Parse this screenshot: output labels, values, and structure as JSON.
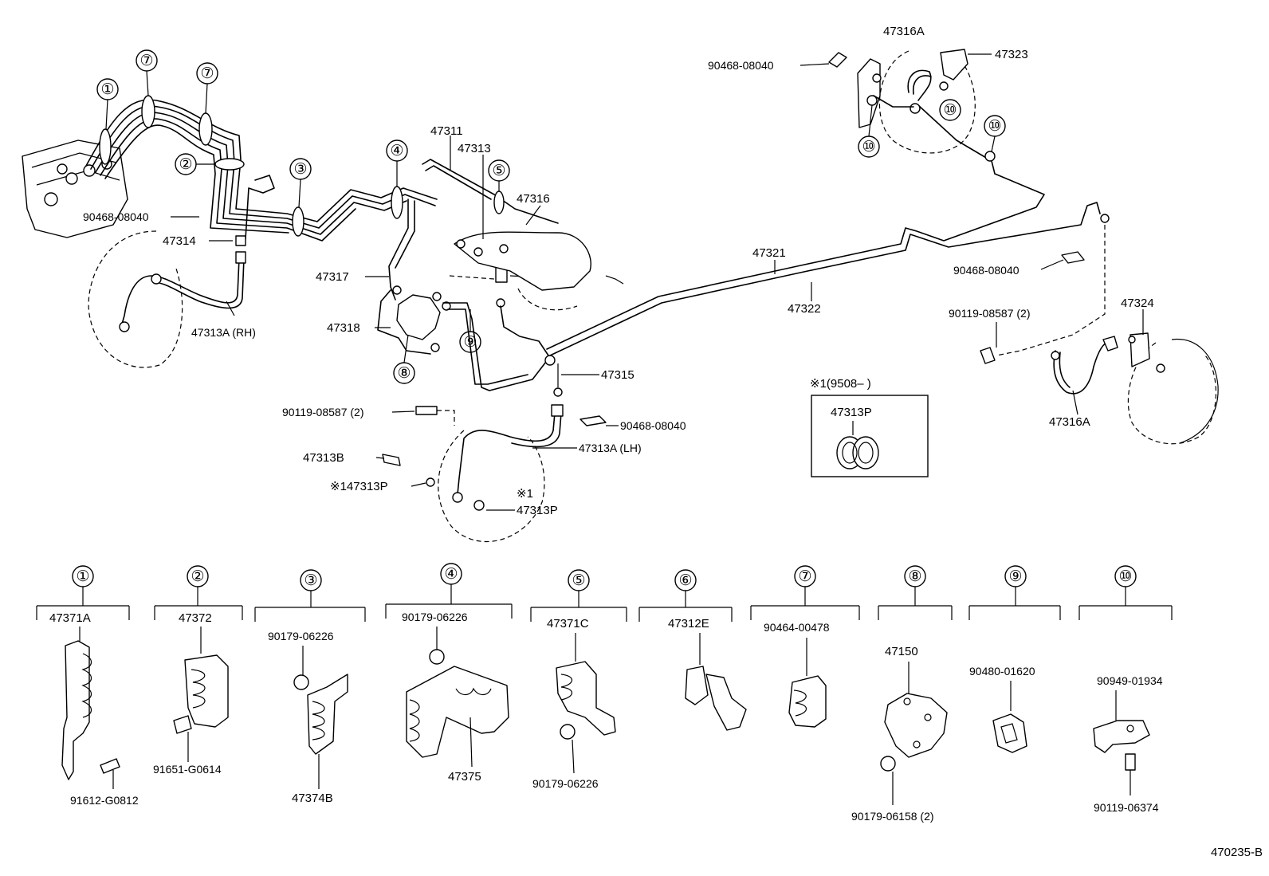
{
  "diagram_id": "470235-B",
  "callouts": {
    "c1": "①",
    "c2": "②",
    "c3": "③",
    "c4": "④",
    "c5": "⑤",
    "c6": "⑥",
    "c7": "⑦",
    "c8": "⑧",
    "c9": "⑨",
    "c10": "⑩"
  },
  "main_labels": {
    "l_9046808040_a": "90468-08040",
    "l_47314": "47314",
    "l_47313A_RH": "47313A (RH)",
    "l_47311": "47311",
    "l_47313": "47313",
    "l_47316": "47316",
    "l_47317": "47317",
    "l_47318": "47318",
    "l_47321": "47321",
    "l_47322": "47322",
    "l_47315": "47315",
    "l_9011908587_a": "90119-08587 (2)",
    "l_9046808040_b": "90468-08040",
    "l_47313A_LH": "47313A (LH)",
    "l_47313B": "47313B",
    "l_47313P_a": "※147313P",
    "l_note1": "※1",
    "l_47313P_b": "47313P",
    "l_47316A_top": "47316A",
    "l_9046808040_c": "90468-08040",
    "l_47323": "47323",
    "l_9046808040_d": "90468-08040",
    "l_9011908587_b": "90119-08587 (2)",
    "l_47324": "47324",
    "l_47316A_bot": "47316A",
    "inset_title": "※1(9508–        )",
    "inset_part": "47313P"
  },
  "detail_groups": [
    {
      "callout": "①",
      "header": "47371A",
      "sub": [
        "91612-G0812"
      ]
    },
    {
      "callout": "②",
      "header": "47372",
      "sub": [
        "91651-G0614"
      ]
    },
    {
      "callout": "③",
      "header": "90179-06226",
      "sub": [
        "47374B"
      ]
    },
    {
      "callout": "④",
      "header": "90179-06226",
      "sub": [
        "47375"
      ]
    },
    {
      "callout": "⑤",
      "header": "47371C",
      "sub": [
        "90179-06226"
      ]
    },
    {
      "callout": "⑥",
      "header": "47312E",
      "sub": []
    },
    {
      "callout": "⑦",
      "header": "90464-00478",
      "sub": []
    },
    {
      "callout": "⑧",
      "header": "47150",
      "sub": [
        "90179-06158 (2)"
      ]
    },
    {
      "callout": "⑨",
      "header": "90480-01620",
      "sub": []
    },
    {
      "callout": "⑩",
      "header": "90949-01934",
      "sub": [
        "90119-06374"
      ]
    }
  ]
}
